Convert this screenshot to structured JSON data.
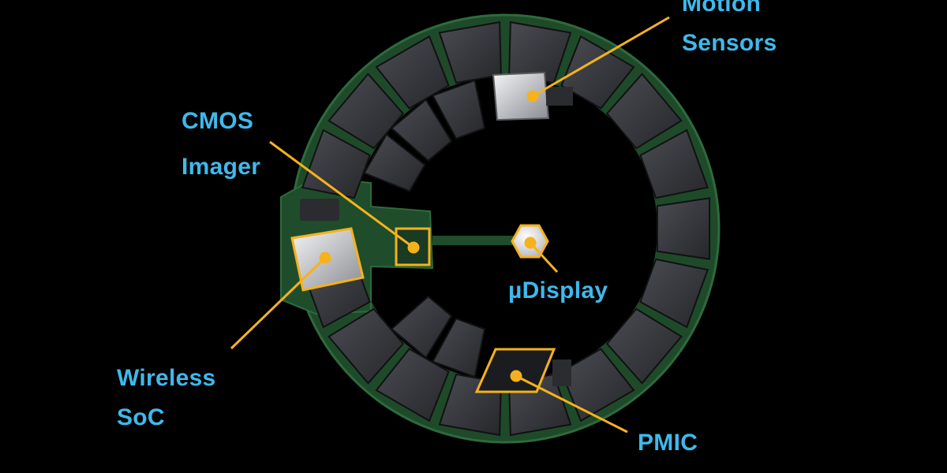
{
  "diagram": {
    "accent_color": "#f5b21c",
    "label_color": "#3fb9ec",
    "background": "#000000",
    "labels": {
      "motion_sensors": [
        "Motion",
        "Sensors"
      ],
      "cmos_imager": [
        "CMOS",
        "Imager"
      ],
      "udisplay": [
        "µDisplay"
      ],
      "wireless_soc": [
        "Wireless",
        "SoC"
      ],
      "pmic": [
        "PMIC"
      ]
    }
  }
}
